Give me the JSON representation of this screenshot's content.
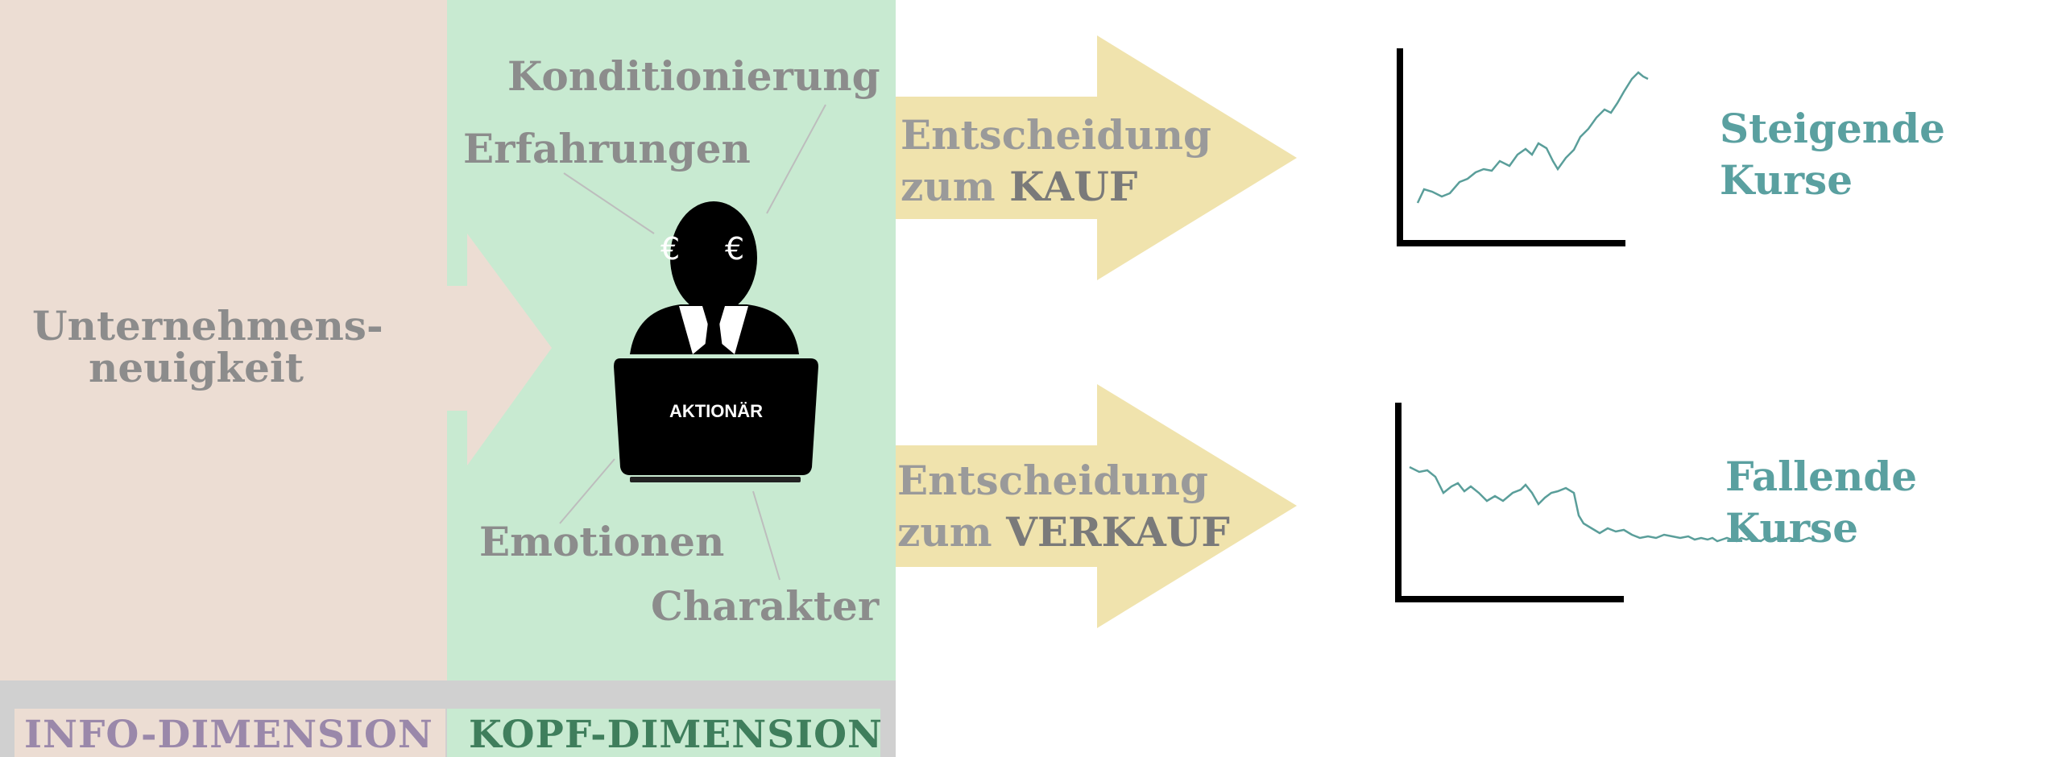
{
  "input": {
    "label_line1": "Unternehmens-",
    "label_line2": "neuigkeit"
  },
  "factors": {
    "conditioning": "Konditionierung",
    "experiences": "Erfahrungen",
    "emotions": "Emotionen",
    "character": "Charakter"
  },
  "shareholder": {
    "laptop_label": "AKTIONÄR",
    "eye_left": "€",
    "eye_right": "€"
  },
  "decisions": {
    "buy": {
      "line1": "Entscheidung",
      "prefix": "zum ",
      "keyword": "KAUF"
    },
    "sell": {
      "line1": "Entscheidung",
      "prefix": "zum ",
      "keyword": "VERKAUF"
    }
  },
  "outcomes": {
    "rising": {
      "line1": "Steigende",
      "line2": "Kurse",
      "trend": "up"
    },
    "falling": {
      "line1": "Fallende",
      "line2": "Kurse",
      "trend": "down"
    }
  },
  "footer": {
    "info": "INFO-DIMENSION",
    "kopf": "KOPF-DIMENSION"
  },
  "colors": {
    "info_bg": "#ecddd3",
    "kopf_bg": "#c8ead1",
    "arrow_yellow": "#f0e3ad",
    "info_text": "#9a88aa",
    "kopf_text": "#3f7e5c",
    "outcome_text": "#5aa0a0",
    "trend_line": "#5a9e9a"
  }
}
